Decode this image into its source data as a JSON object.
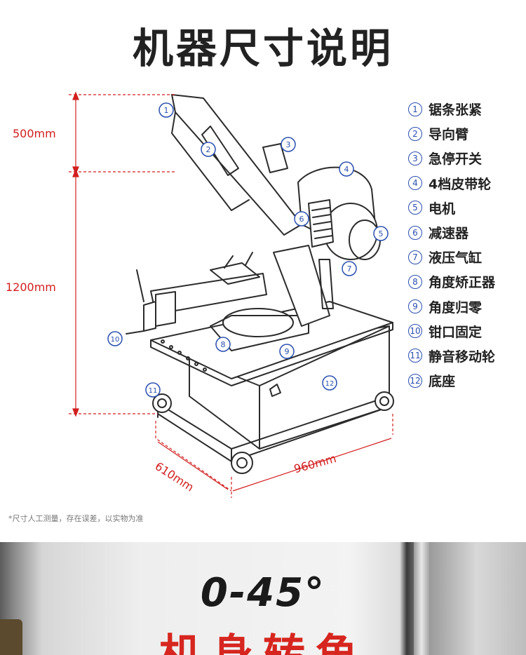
{
  "title": "机器尺寸说明",
  "legend": [
    {
      "num": "1",
      "label": "锯条张紧"
    },
    {
      "num": "2",
      "label": "导向臂"
    },
    {
      "num": "3",
      "label": "急停开关"
    },
    {
      "num": "4",
      "label": "4档皮带轮"
    },
    {
      "num": "5",
      "label": "电机"
    },
    {
      "num": "6",
      "label": "减速器"
    },
    {
      "num": "7",
      "label": "液压气缸"
    },
    {
      "num": "8",
      "label": "角度矫正器"
    },
    {
      "num": "9",
      "label": "角度归零"
    },
    {
      "num": "10",
      "label": "钳口固定"
    },
    {
      "num": "11",
      "label": "静音移动轮"
    },
    {
      "num": "12",
      "label": "底座"
    }
  ],
  "dimensions": {
    "top_height": "500mm",
    "main_height": "1200mm",
    "depth": "610mm",
    "width": "960mm"
  },
  "note": "*尺寸人工测量，存在误差，以实物为准",
  "banner": {
    "angle": "0-45°",
    "rotation": "机身转角"
  },
  "colors": {
    "dimension_red": "#d21e1e",
    "callout_blue": "#2a4fb0",
    "banner_red": "#d6261f"
  }
}
